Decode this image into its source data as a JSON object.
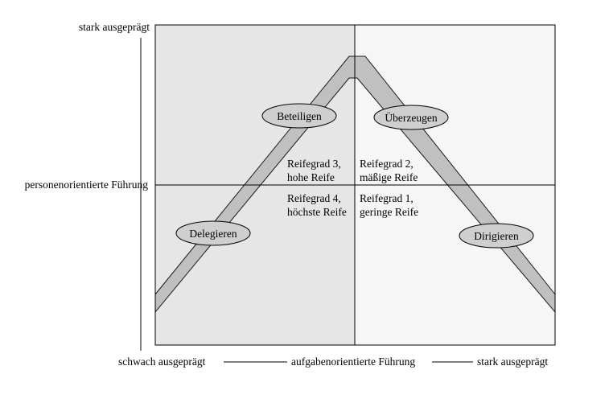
{
  "y_axis": {
    "top_label": "stark ausgeprägt",
    "middle_label": "personenorientierte Führung"
  },
  "x_axis": {
    "left_label": "schwach ausgeprägt",
    "middle_label": "aufgabenorientierte Führung",
    "right_label": "stark ausgeprägt"
  },
  "styles": [
    {
      "label": "Beteiligen"
    },
    {
      "label": "Überzeugen"
    },
    {
      "label": "Delegieren"
    },
    {
      "label": "Dirigieren"
    }
  ],
  "maturity": {
    "q3": {
      "line1": "Reifegrad 3,",
      "line2": "hohe Reife"
    },
    "q2": {
      "line1": "Reifegrad 2,",
      "line2": "mäßige Reife"
    },
    "q4": {
      "line1": "Reifegrad 4,",
      "line2": "höchste Reife"
    },
    "q1": {
      "line1": "Reifegrad 1,",
      "line2": "geringe Reife"
    }
  },
  "colors": {
    "left_quadrants": "#e6e6e6",
    "right_quadrants": "#f6f6f6",
    "band": "#c0c0c0",
    "oval": "#cfcfcf"
  }
}
